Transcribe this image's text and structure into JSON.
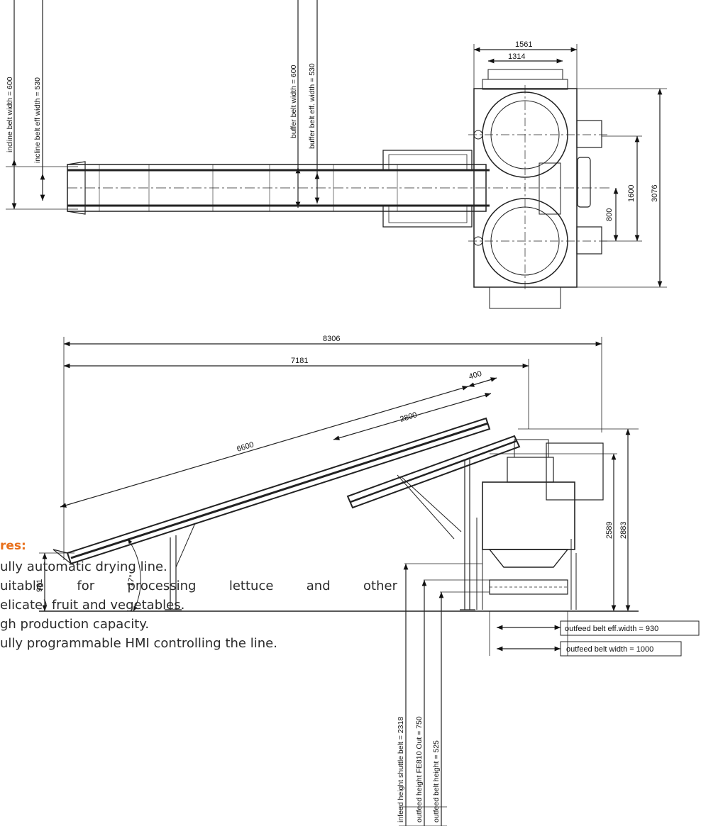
{
  "top_view": {
    "incline_belt_width": "incline belt width = 600",
    "incline_belt_eff_width": "incline belt eff width = 530",
    "buffer_belt_width": "buffer belt width = 600",
    "buffer_belt_eff_width": "buffer belt eff. width = 530",
    "dim_1561": "1561",
    "dim_1314": "1314",
    "dim_1600": "1600",
    "dim_800": "800",
    "dim_3076": "3076"
  },
  "side_view": {
    "dim_8306": "8306",
    "dim_7181": "7181",
    "dim_400": "400",
    "dim_2800": "2800",
    "dim_6600": "6600",
    "dim_2589": "2589",
    "dim_2883": "2883",
    "dim_981": "981",
    "angle_17": "17°",
    "outfeed_belt_eff_width": "outfeed belt eff.width = 930",
    "outfeed_belt_width": "outfeed belt width = 1000",
    "infeed_height_shuttle_belt": "infeed height shuttle belt = 2318",
    "outfeed_height_fe810": "outfeed height FE810 Out = 750",
    "outfeed_belt_height": "outfeed belt height = 525"
  },
  "features": {
    "title": "res:",
    "line1": "ully automatic drying line.",
    "line2_words": [
      "uitable",
      "for",
      "processing",
      "lettuce",
      "and",
      "other"
    ],
    "line3": "elicate) fruit and vegetables.",
    "line4": "gh production capacity.",
    "line5": "ully programmable HMI controlling the line."
  }
}
